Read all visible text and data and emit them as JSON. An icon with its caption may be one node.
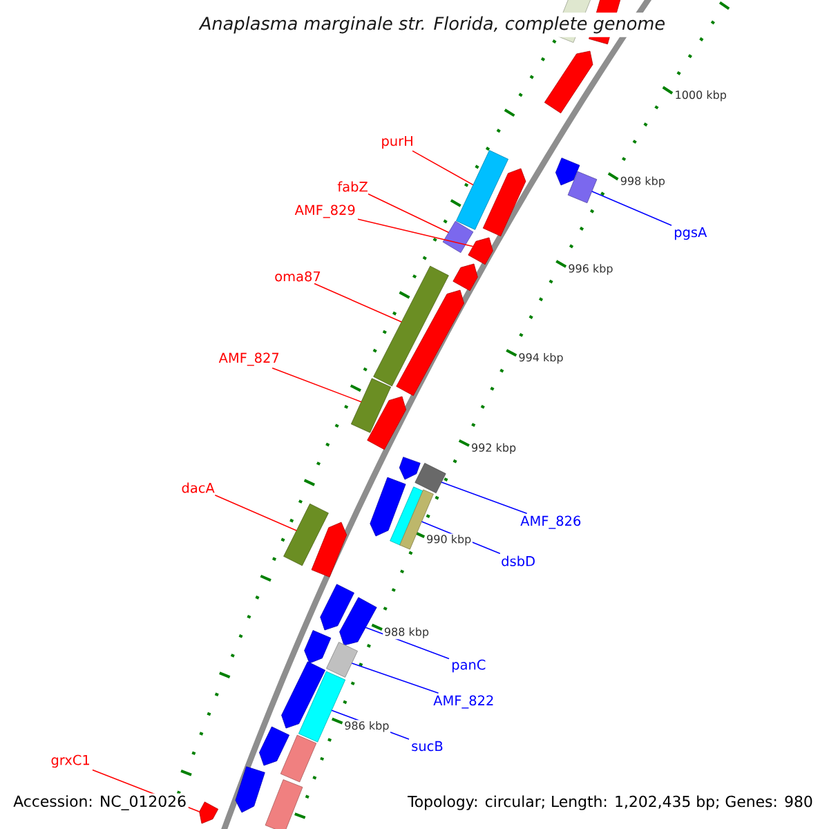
{
  "diagram": {
    "title": "Anaplasma marginale str. Florida, complete genome",
    "nodes": [
      {
        "text": [
          "purH"
        ]
      },
      {
        "text": [
          "fabZ"
        ]
      },
      {
        "text": [
          "AMF_829"
        ]
      },
      {
        "text": [
          "oma87"
        ]
      },
      {
        "text": [
          "AMF_827"
        ]
      },
      {
        "text": [
          "dacA"
        ]
      },
      {
        "text": [
          "grxC1"
        ]
      },
      {
        "text": [
          "pgsA"
        ]
      },
      {
        "text": [
          "AMF_826"
        ]
      },
      {
        "text": [
          "dsbD"
        ]
      },
      {
        "text": [
          "panC"
        ]
      },
      {
        "text": [
          "AMF_822"
        ]
      },
      {
        "text": [
          "sucB"
        ]
      },
      {
        "text": [],
        "shape": "bar"
      },
      {
        "text": [],
        "shape": "bar"
      },
      {
        "text": [],
        "shape": "bar"
      },
      {
        "text": [],
        "shape": "bar"
      },
      {
        "text": [],
        "shape": "bar"
      },
      {
        "text": [],
        "shape": "bar"
      },
      {
        "text": [],
        "shape": "bar"
      },
      {
        "text": [],
        "shape": "bar"
      },
      {
        "text": [],
        "shape": "bar"
      },
      {
        "text": [],
        "shape": "bar"
      },
      {
        "text": [],
        "shape": "bar"
      },
      {
        "text": [],
        "shape": "bar"
      },
      {
        "text": [],
        "shape": "bar"
      },
      {
        "text": [],
        "shape": "bar"
      },
      {
        "text": [],
        "shape": "bar"
      },
      {
        "text": [],
        "shape": "bar"
      },
      {
        "text": [],
        "shape": "bar"
      },
      {
        "text": [],
        "shape": "bar"
      },
      {
        "text": [],
        "shape": "bar"
      },
      {
        "text": [],
        "shape": "bar"
      },
      {
        "text": [],
        "shape": "bar"
      },
      {
        "text": [],
        "shape": "bar"
      },
      {
        "text": [],
        "shape": "bar"
      },
      {
        "text": [],
        "shape": "bar"
      },
      {
        "text": [],
        "shape": "bar"
      },
      {
        "text": [],
        "shape": "bar"
      },
      {
        "text": [],
        "shape": "bar"
      },
      {
        "text": [],
        "shape": "bar"
      },
      {
        "text": [],
        "shape": "bar"
      },
      {
        "text": [],
        "shape": "bar"
      },
      {
        "text": [],
        "shape": "bar"
      },
      {
        "text": [],
        "shape": "bar"
      }
    ],
    "edges": [
      {
        "from": 0,
        "to": 18,
        "arrow": "none"
      },
      {
        "from": 1,
        "to": 20,
        "arrow": "none"
      },
      {
        "from": 2,
        "to": 21,
        "arrow": "none"
      },
      {
        "from": 3,
        "to": 23,
        "arrow": "none"
      },
      {
        "from": 4,
        "to": 25,
        "arrow": "none"
      },
      {
        "from": 5,
        "to": 32,
        "arrow": "none"
      },
      {
        "from": 6,
        "to": 44,
        "arrow": "none"
      },
      {
        "from": 7,
        "to": 17,
        "arrow": "none",
        "color": "#0000ff"
      },
      {
        "from": 8,
        "to": 28,
        "arrow": "none",
        "color": "#0000ff"
      },
      {
        "from": 9,
        "to": 31,
        "arrow": "none",
        "color": "#0000ff"
      },
      {
        "from": 10,
        "to": 35,
        "arrow": "none",
        "color": "#0000ff"
      },
      {
        "from": 11,
        "to": 37,
        "arrow": "none",
        "color": "#0000ff"
      },
      {
        "from": 12,
        "to": 39,
        "arrow": "none",
        "color": "#0000ff"
      }
    ],
    "labels": [
      "1000 kbp",
      "998 kbp",
      "996 kbp",
      "994 kbp",
      "992 kbp",
      "990 kbp",
      "988 kbp",
      "986 kbp",
      "Accession: NC_012026",
      "Topology: circular; Length: 1,202,435 bp; Genes: 980"
    ]
  }
}
